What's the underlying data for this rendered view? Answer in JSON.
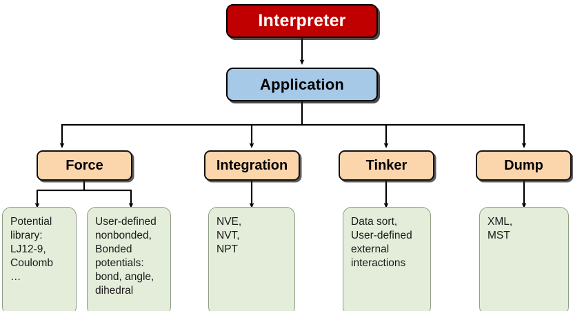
{
  "diagram": {
    "title": "Interpreter software architecture flowchart",
    "colors": {
      "interpreter_fill": "#C00000",
      "interpreter_text": "#FFFFFF",
      "application_fill": "#A7C9E8",
      "module_fill": "#FBD5AC",
      "detail_fill": "#E3EDD9",
      "edge_stroke": "#000000",
      "background": "#FFFFFF"
    },
    "root": {
      "label": "Interpreter"
    },
    "application": {
      "label": "Application"
    },
    "modules": [
      {
        "label": "Force"
      },
      {
        "label": "Integration"
      },
      {
        "label": "Tinker"
      },
      {
        "label": "Dump"
      }
    ],
    "details": [
      {
        "label": "Potential\nlibrary:\nLJ12-9,\nCoulomb\n…"
      },
      {
        "label": "User-defined\nnonbonded,\nBonded\npotentials:\nbond, angle,\ndihedral"
      },
      {
        "label": "NVE,\nNVT,\nNPT"
      },
      {
        "label": "Data sort,\nUser-defined\nexternal\ninteractions"
      },
      {
        "label": "XML,\nMST"
      }
    ]
  }
}
